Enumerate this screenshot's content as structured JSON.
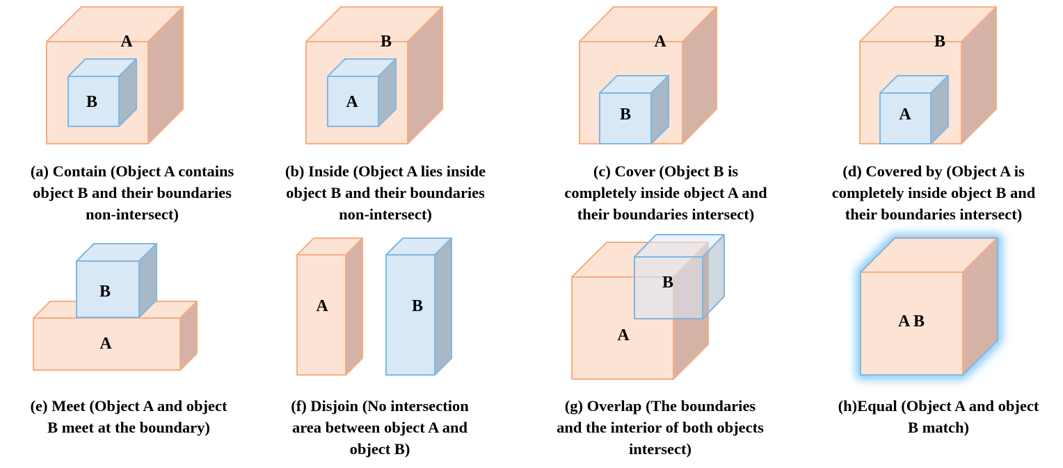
{
  "colors": {
    "orange_front": "#fde3d4",
    "orange_top": "#fde3d4",
    "orange_side": "#d5b2a6",
    "orange_stroke": "#f5ad80",
    "blue_front": "#d8e8f6",
    "blue_top": "#dce9f6",
    "blue_side": "#a9b8c7",
    "blue_stroke": "#7fb6e2",
    "glow": "#56b5f5"
  },
  "panels": [
    {
      "id": "a",
      "caption": [
        "(a) Contain (Object A contains",
        "object B and their boundaries",
        "non-intersect)"
      ],
      "labels": [
        "A",
        "B"
      ]
    },
    {
      "id": "b",
      "caption": [
        "(b) Inside (Object A lies inside",
        "object B and their boundaries",
        "non-intersect)"
      ],
      "labels": [
        "B",
        "A"
      ]
    },
    {
      "id": "c",
      "caption": [
        "(c) Cover (Object B is",
        "completely inside object A and",
        "their boundaries intersect)"
      ],
      "labels": [
        "A",
        "B"
      ]
    },
    {
      "id": "d",
      "caption": [
        "(d) Covered by (Object A is",
        "completely inside object B and",
        "their boundaries intersect)"
      ],
      "labels": [
        "B",
        "A"
      ]
    },
    {
      "id": "e",
      "caption": [
        "(e) Meet (Object A and object",
        "B meet at the boundary)"
      ],
      "labels": [
        "B",
        "A"
      ]
    },
    {
      "id": "f",
      "caption": [
        "(f) Disjoin (No intersection",
        "area between object A and",
        "object B)"
      ],
      "labels": [
        "A",
        "B"
      ]
    },
    {
      "id": "g",
      "caption": [
        "(g) Overlap (The boundaries",
        "and the interior of both objects",
        "intersect)"
      ],
      "labels": [
        "B",
        "A"
      ]
    },
    {
      "id": "h",
      "caption": [
        "(h)Equal (Object A and object",
        "B match)"
      ],
      "labels": [
        "A  B"
      ]
    }
  ]
}
